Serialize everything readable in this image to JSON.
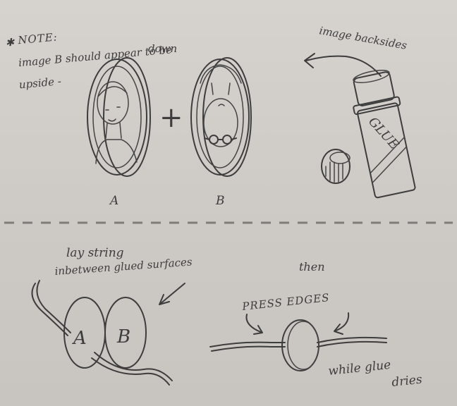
{
  "note": {
    "star": "✱",
    "label": "NOTE:",
    "line1": "image B should appear to be",
    "line2": "upside -",
    "line3": "down"
  },
  "glue": {
    "caption": "image backsides",
    "bottle_label": "GLUE"
  },
  "portraits": {
    "label_a": "A",
    "label_b": "B",
    "plus": "+"
  },
  "step_lay": {
    "line1": "lay string",
    "line2": "inbetween glued surfaces",
    "disc_a": "A",
    "disc_b": "B"
  },
  "step_press": {
    "then": "then",
    "press": "PRESS EDGES",
    "while": "while glue",
    "dries": "dries"
  }
}
